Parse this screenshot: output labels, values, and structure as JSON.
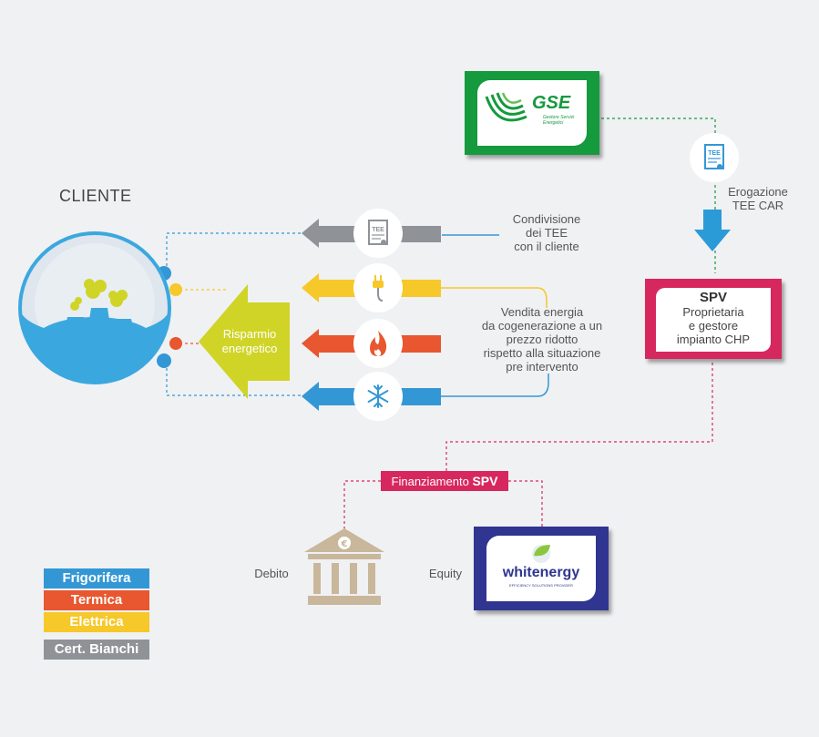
{
  "cliente": {
    "title": "CLIENTE"
  },
  "gse": {
    "logo_text": "GSE",
    "logo_subtitle": "Gestore Servizi Energetici",
    "color": "#159a3d"
  },
  "tee_icon_label": "TEE",
  "erogazione": {
    "line1": "Erogazione",
    "line2": "TEE CAR"
  },
  "condivisione": {
    "line1": "Condivisione",
    "line2": "dei TEE",
    "line3": "con il cliente"
  },
  "vendita": {
    "line1": "Vendita energia",
    "line2": "da cogenerazione a un",
    "line3": "prezzo ridotto",
    "line4": "rispetto alla situazione",
    "line5": "pre intervento"
  },
  "risparmio": {
    "line1": "Risparmio",
    "line2": "energetico",
    "color": "#cfd427"
  },
  "spv": {
    "title": "SPV",
    "line1": "Proprietaria",
    "line2": "e gestore",
    "line3": "impianto CHP",
    "color": "#d6285f"
  },
  "finanziamento": {
    "label": "Finanziamento",
    "label_bold": "SPV"
  },
  "debito": "Debito",
  "equity": "Equity",
  "whitenergy": {
    "logo_text": "whitenergy",
    "tagline": "EFFICIENCY SOLUTIONS PROVIDER",
    "color": "#2f3590"
  },
  "legend": [
    {
      "label": "Frigorifera",
      "color": "#3497d5"
    },
    {
      "label": "Termica",
      "color": "#e8572f"
    },
    {
      "label": "Elettrica",
      "color": "#f6c829"
    },
    {
      "label": "Cert. Bianchi",
      "color": "#8f9398"
    }
  ],
  "flows": {
    "tee_color": "#8f9398",
    "elettrica_color": "#f6c829",
    "termica_color": "#e8572f",
    "frigorifera_color": "#3497d5"
  }
}
